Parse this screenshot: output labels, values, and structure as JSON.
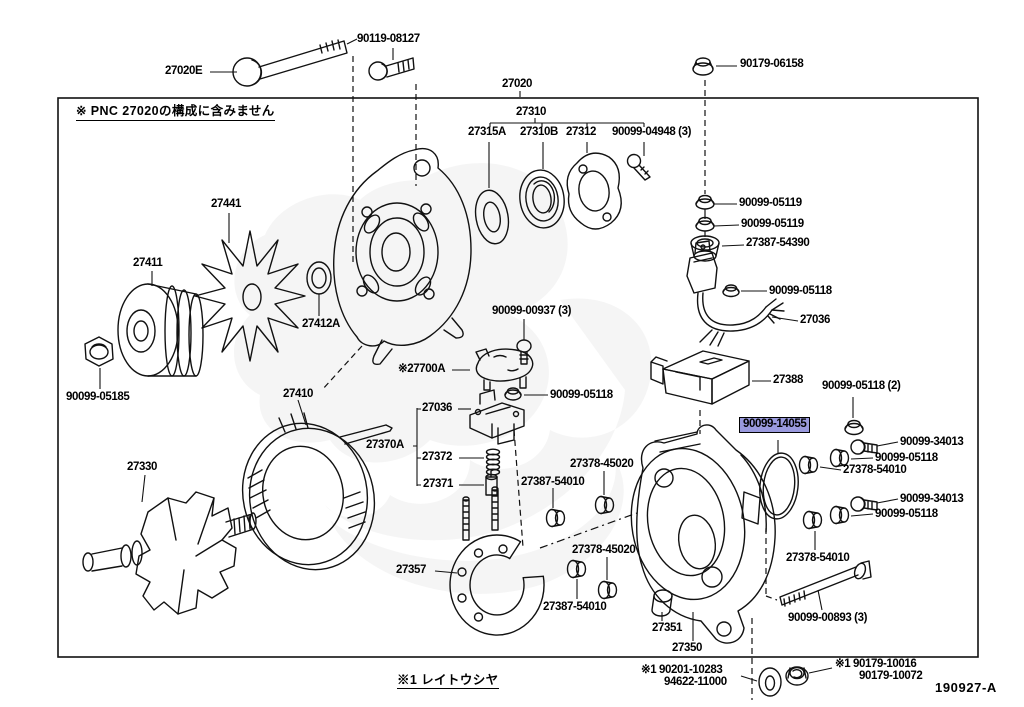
{
  "diagram": {
    "code": "190927-A",
    "note": "※ PNC 27020の構成に含みません",
    "footnote": "※1 レイトウシヤ",
    "highlight": {
      "part": "90099-14055",
      "color": "#9a9ade"
    }
  },
  "parts": {
    "p27020E": "27020E",
    "p90119_08127": "90119-08127",
    "p27020": "27020",
    "p90179_06158": "90179-06158",
    "p27310": "27310",
    "p27315A": "27315A",
    "p27310B": "27310B",
    "p27312": "27312",
    "p90099_04948": "90099-04948 (3)",
    "p27441": "27441",
    "p27411": "27411",
    "p27412A": "27412A",
    "p90099_05185": "90099-05185",
    "p90099_05119": "90099-05119",
    "p27387_54390": "27387-54390",
    "p90099_05118": "90099-05118",
    "p90099_05118_2": "90099-05118 (2)",
    "p27036": "27036",
    "p27388": "27388",
    "p90099_00937": "90099-00937 (3)",
    "p27700A": "※27700A",
    "p27370A": "27370A",
    "p27372": "27372",
    "p27371": "27371",
    "p27410": "27410",
    "p27330": "27330",
    "p90099_14055": "90099-14055",
    "p90099_34013": "90099-34013",
    "p27378_54010": "27378-54010",
    "p27378_45020": "27378-45020",
    "p27387_54010": "27387-54010",
    "p27357": "27357",
    "p90099_00893": "90099-00893 (3)",
    "p27351": "27351",
    "p27350": "27350",
    "p90201_10283": "※1 90201-10283",
    "p94622_11000": "94622-11000",
    "p90179_10016": "※1 90179-10016",
    "p90179_10072": "90179-10072"
  }
}
